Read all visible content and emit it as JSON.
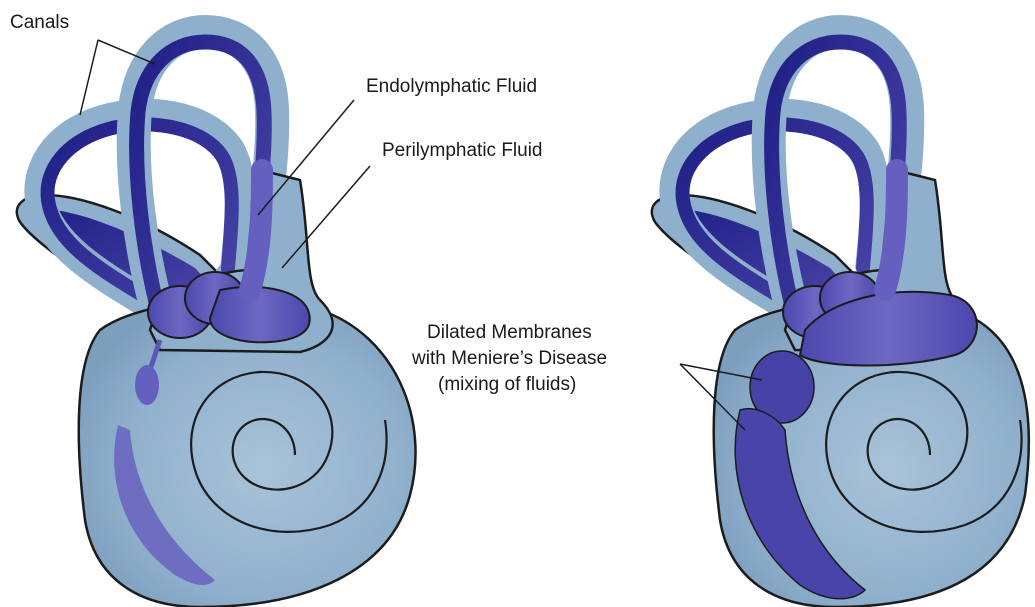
{
  "labels": {
    "canals": "Canals",
    "endolymphatic": "Endolymphatic Fluid",
    "perilymphatic": "Perilymphatic Fluid",
    "dilated_line1": "Dilated Membranes",
    "dilated_line2": "with Meniere’s Disease",
    "dilated_line3": "(mixing of fluids)"
  },
  "colors": {
    "perilymph": "#8fb0cc",
    "perilymph_light": "#a7c2d8",
    "endolymph": "#2a2a8e",
    "endolymph_light": "#5c58b6",
    "outline": "#1c1c1c"
  }
}
